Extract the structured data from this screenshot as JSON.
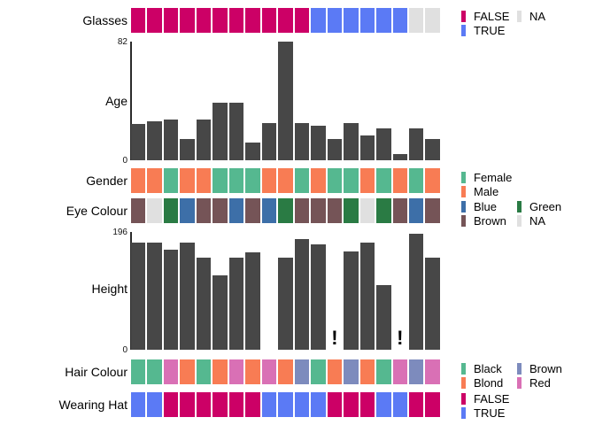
{
  "chart_data": {
    "type": "table",
    "description": "Per-individual attribute chart: 19 columns, categorical color strips and bar panels",
    "n_columns": 19,
    "bar_color": "#474747",
    "na_symbol": "!",
    "background": "#FFFFFF",
    "rows": [
      {
        "id": "glasses",
        "label": "Glasses",
        "type": "categorical",
        "values": [
          "FALSE",
          "FALSE",
          "FALSE",
          "FALSE",
          "FALSE",
          "FALSE",
          "FALSE",
          "FALSE",
          "FALSE",
          "FALSE",
          "FALSE",
          "TRUE",
          "TRUE",
          "TRUE",
          "TRUE",
          "TRUE",
          "TRUE",
          "NA",
          "NA"
        ],
        "color_map": {
          "FALSE": "#CC0066",
          "TRUE": "#5B7AF5",
          "NA": "#E0E0E0"
        },
        "legend": {
          "columns": [
            [
              {
                "label": "FALSE",
                "color": "#CC0066"
              },
              {
                "label": "TRUE",
                "color": "#5B7AF5"
              }
            ],
            [
              {
                "label": "NA",
                "color": "#E0E0E0"
              }
            ]
          ]
        }
      },
      {
        "id": "age",
        "label": "Age",
        "type": "bar",
        "axis_max": 82,
        "ticks": {
          "top": "82",
          "bottom": "0"
        },
        "values": [
          25,
          27,
          28,
          15,
          28,
          40,
          40,
          12,
          26,
          82,
          26,
          24,
          15,
          26,
          17,
          22,
          4,
          22,
          15
        ]
      },
      {
        "id": "gender",
        "label": "Gender",
        "type": "categorical",
        "values": [
          "Male",
          "Male",
          "Female",
          "Male",
          "Male",
          "Female",
          "Female",
          "Female",
          "Male",
          "Male",
          "Female",
          "Male",
          "Female",
          "Female",
          "Male",
          "Female",
          "Male",
          "Female",
          "Male"
        ],
        "color_map": {
          "Female": "#55B890",
          "Male": "#F87C54"
        },
        "legend": {
          "columns": [
            [
              {
                "label": "Female",
                "color": "#55B890"
              },
              {
                "label": "Male",
                "color": "#F87C54"
              }
            ]
          ]
        }
      },
      {
        "id": "eye_colour",
        "label": "Eye Colour",
        "type": "categorical",
        "values": [
          "Brown",
          "NA",
          "Green",
          "Blue",
          "Brown",
          "Brown",
          "Blue",
          "Brown",
          "Blue",
          "Green",
          "Brown",
          "Brown",
          "Brown",
          "Green",
          "NA",
          "Green",
          "Brown",
          "Blue",
          "Brown"
        ],
        "color_map": {
          "Blue": "#3D6FA8",
          "Brown": "#755457",
          "Green": "#2A7B44",
          "NA": "#E0E0E0"
        },
        "legend": {
          "columns": [
            [
              {
                "label": "Blue",
                "color": "#3D6FA8"
              },
              {
                "label": "Brown",
                "color": "#755457"
              }
            ],
            [
              {
                "label": "Green",
                "color": "#2A7B44"
              },
              {
                "label": "NA",
                "color": "#E0E0E0"
              }
            ]
          ]
        }
      },
      {
        "id": "height",
        "label": "Height",
        "type": "bar",
        "axis_max": 196,
        "ticks": {
          "top": "196",
          "bottom": "0"
        },
        "values": [
          178,
          178,
          167,
          179,
          153,
          124,
          153,
          162,
          null,
          153,
          184,
          175,
          null,
          164,
          178,
          107,
          null,
          193,
          154
        ],
        "na_marker_columns": [
          13,
          17
        ]
      },
      {
        "id": "hair_colour",
        "label": "Hair Colour",
        "type": "categorical",
        "values": [
          "Black",
          "Black",
          "Red",
          "Blond",
          "Black",
          "Blond",
          "Red",
          "Blond",
          "Red",
          "Blond",
          "Brown",
          "Black",
          "Blond",
          "Brown",
          "Blond",
          "Black",
          "Red",
          "Brown",
          "Red"
        ],
        "color_map": {
          "Black": "#55B890",
          "Blond": "#F87C54",
          "Brown": "#7D8BBD",
          "Red": "#D970B5"
        },
        "legend": {
          "columns": [
            [
              {
                "label": "Black",
                "color": "#55B890"
              },
              {
                "label": "Blond",
                "color": "#F87C54"
              }
            ],
            [
              {
                "label": "Brown",
                "color": "#7D8BBD"
              },
              {
                "label": "Red",
                "color": "#D970B5"
              }
            ]
          ]
        }
      },
      {
        "id": "wearing_hat",
        "label": "Wearing Hat",
        "type": "categorical",
        "values": [
          "TRUE",
          "TRUE",
          "FALSE",
          "FALSE",
          "FALSE",
          "FALSE",
          "FALSE",
          "FALSE",
          "TRUE",
          "TRUE",
          "TRUE",
          "TRUE",
          "FALSE",
          "FALSE",
          "FALSE",
          "TRUE",
          "TRUE",
          "FALSE",
          "FALSE"
        ],
        "color_map": {
          "FALSE": "#CC0066",
          "TRUE": "#5B7AF5"
        },
        "legend": {
          "columns": [
            [
              {
                "label": "FALSE",
                "color": "#CC0066"
              },
              {
                "label": "TRUE",
                "color": "#5B7AF5"
              }
            ]
          ]
        }
      }
    ]
  }
}
